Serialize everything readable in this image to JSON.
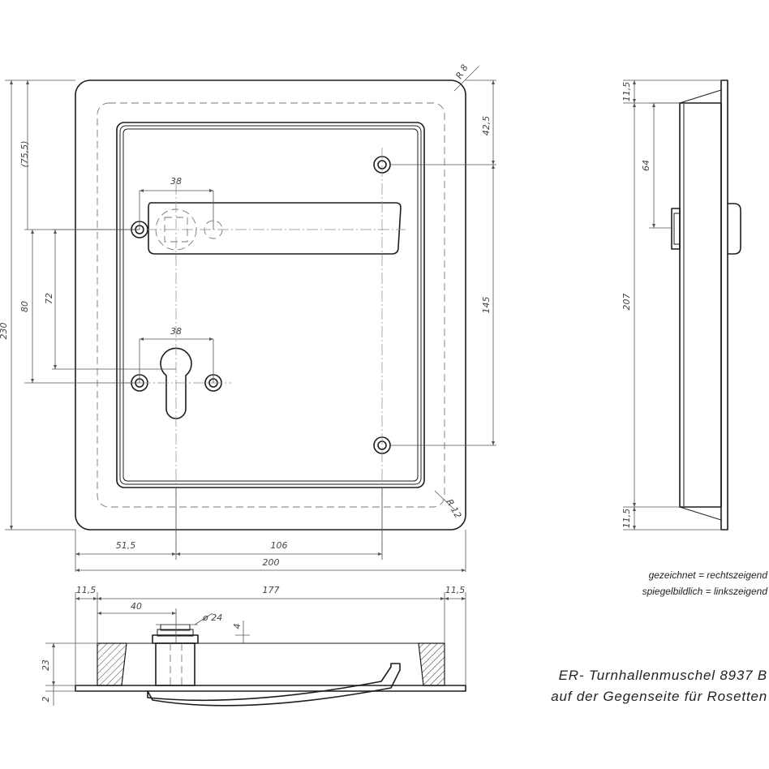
{
  "dimensions": {
    "front": {
      "corner_radius_outer": "R 8",
      "corner_radius_inner": "R 12",
      "total_height": "230",
      "offset_top": "(75,5)",
      "rose_distance": "80",
      "handle_to_cylinder": "72",
      "handle_spacing": "38",
      "cylinder_spacing": "38",
      "screw_top": "42,5",
      "screw_spacing": "145",
      "left_to_axis": "51,5",
      "axis_to_screws": "106",
      "total_width": "200"
    },
    "side": {
      "top_edge": "11,5",
      "spindle_offset": "64",
      "inner_height": "207",
      "bottom_edge": "11,5"
    },
    "section": {
      "edge_left": "11,5",
      "inner_width": "177",
      "edge_right": "11,5",
      "axis_offset": "40",
      "bore_diameter": "ø 24",
      "collar": "4",
      "depth": "23",
      "plate": "2"
    }
  },
  "notes": {
    "drawn": "gezeichnet = rechtszeigend",
    "mirrored": "spiegelbildlich = linkszeigend"
  },
  "title": {
    "line1": "ER- Turnhallenmuschel 8937 B",
    "line2": "auf der Gegenseite für Rosetten"
  }
}
